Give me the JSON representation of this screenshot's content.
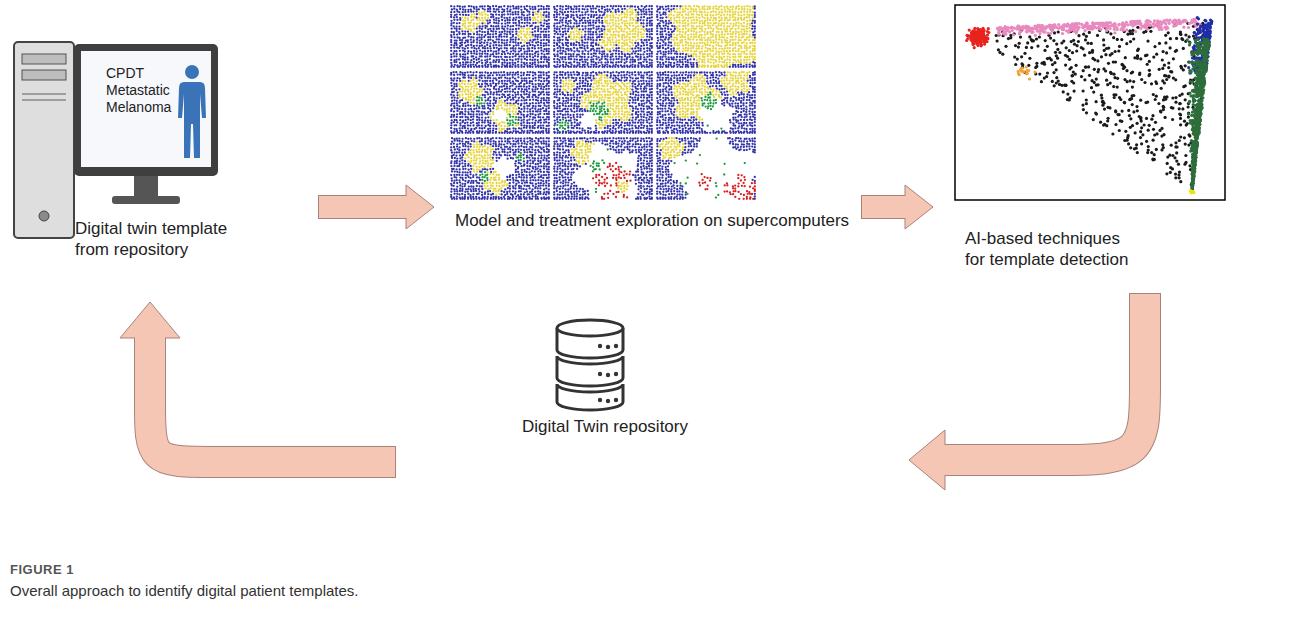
{
  "diagram": {
    "caption": "Overall approach to identify digital patient templates.",
    "nodes": [
      {
        "text": [
          "CPDT Metastatic Melanoma",
          "Digital twin template from repository"
        ]
      },
      {
        "text": [
          "Model and treatment exploration on supercomputers"
        ]
      },
      {
        "text": [
          "AI-based techniques for template detection"
        ]
      },
      {
        "text": [
          "Digital Twin repository"
        ]
      }
    ],
    "edges": [
      {
        "from": 0,
        "to": 1,
        "arrow": "to"
      },
      {
        "from": 1,
        "to": 2,
        "arrow": "to"
      },
      {
        "from": 2,
        "to": 3,
        "arrow": "to"
      },
      {
        "from": 3,
        "to": 0,
        "arrow": "to"
      }
    ],
    "labels": [
      "FIGURE 1"
    ]
  }
}
